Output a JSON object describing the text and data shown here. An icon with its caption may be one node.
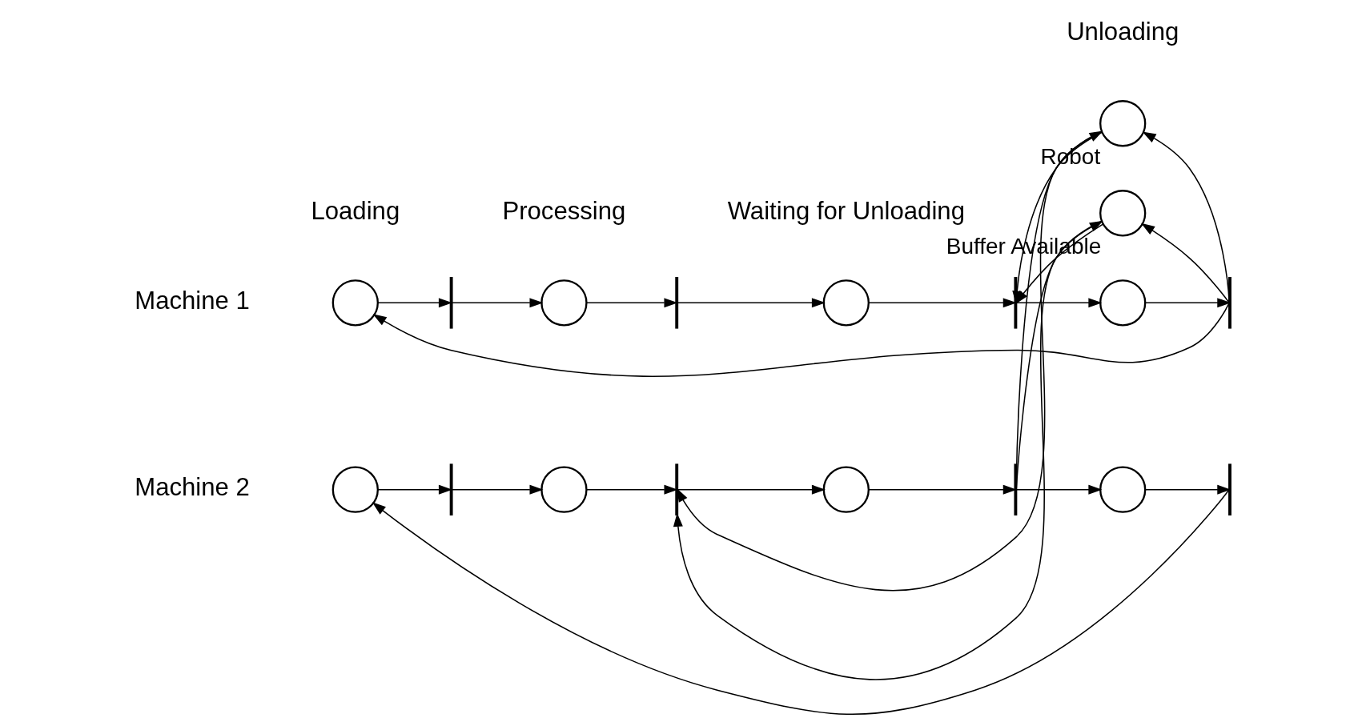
{
  "diagram": {
    "nodes": [
      {
        "text": [],
        "shape": "circle"
      },
      {
        "text": [],
        "shape": "bar"
      },
      {
        "text": [],
        "shape": "circle"
      },
      {
        "text": [],
        "shape": "bar"
      },
      {
        "text": [],
        "shape": "circle"
      },
      {
        "text": [],
        "shape": "bar"
      },
      {
        "text": [],
        "shape": "circle"
      },
      {
        "text": [],
        "shape": "bar"
      },
      {
        "text": [],
        "shape": "circle",
        "beside": [
          "Robot"
        ]
      },
      {
        "text": [],
        "shape": "circle",
        "beside": [
          "Buffer Available"
        ]
      },
      {
        "text": [],
        "shape": "circle"
      },
      {
        "text": [],
        "shape": "bar"
      },
      {
        "text": [],
        "shape": "circle"
      },
      {
        "text": [],
        "shape": "bar"
      },
      {
        "text": [],
        "shape": "circle"
      },
      {
        "text": [],
        "shape": "bar"
      },
      {
        "text": [],
        "shape": "circle"
      },
      {
        "text": [],
        "shape": "bar"
      }
    ],
    "edges": [
      {
        "from": 0,
        "to": 1,
        "arrow": "to"
      },
      {
        "from": 1,
        "to": 2,
        "arrow": "to"
      },
      {
        "from": 2,
        "to": 3,
        "arrow": "to"
      },
      {
        "from": 3,
        "to": 4,
        "arrow": "to"
      },
      {
        "from": 4,
        "to": 5,
        "arrow": "to"
      },
      {
        "from": 5,
        "to": 6,
        "arrow": "to"
      },
      {
        "from": 6,
        "to": 7,
        "arrow": "to"
      },
      {
        "from": 7,
        "to": 0,
        "arrow": "to"
      },
      {
        "from": 8,
        "to": 5,
        "arrow": "to"
      },
      {
        "from": 9,
        "to": 5,
        "arrow": "to"
      },
      {
        "from": 7,
        "to": 8,
        "arrow": "to"
      },
      {
        "from": 7,
        "to": 9,
        "arrow": "to"
      },
      {
        "from": 8,
        "to": 13,
        "arrow": "to"
      },
      {
        "from": 9,
        "to": 13,
        "arrow": "to"
      },
      {
        "from": 15,
        "to": 8,
        "arrow": "to"
      },
      {
        "from": 15,
        "to": 9,
        "arrow": "to"
      },
      {
        "from": 10,
        "to": 11,
        "arrow": "to"
      },
      {
        "from": 11,
        "to": 12,
        "arrow": "to"
      },
      {
        "from": 12,
        "to": 13,
        "arrow": "to"
      },
      {
        "from": 13,
        "to": 14,
        "arrow": "to"
      },
      {
        "from": 14,
        "to": 15,
        "arrow": "to"
      },
      {
        "from": 15,
        "to": 16,
        "arrow": "to"
      },
      {
        "from": 16,
        "to": 17,
        "arrow": "to"
      },
      {
        "from": 17,
        "to": 10,
        "arrow": "to"
      }
    ],
    "labels": [
      "Loading",
      "Processing",
      "Waiting for Unloading",
      "Unloading",
      "Machine 1",
      "Machine 2"
    ]
  }
}
